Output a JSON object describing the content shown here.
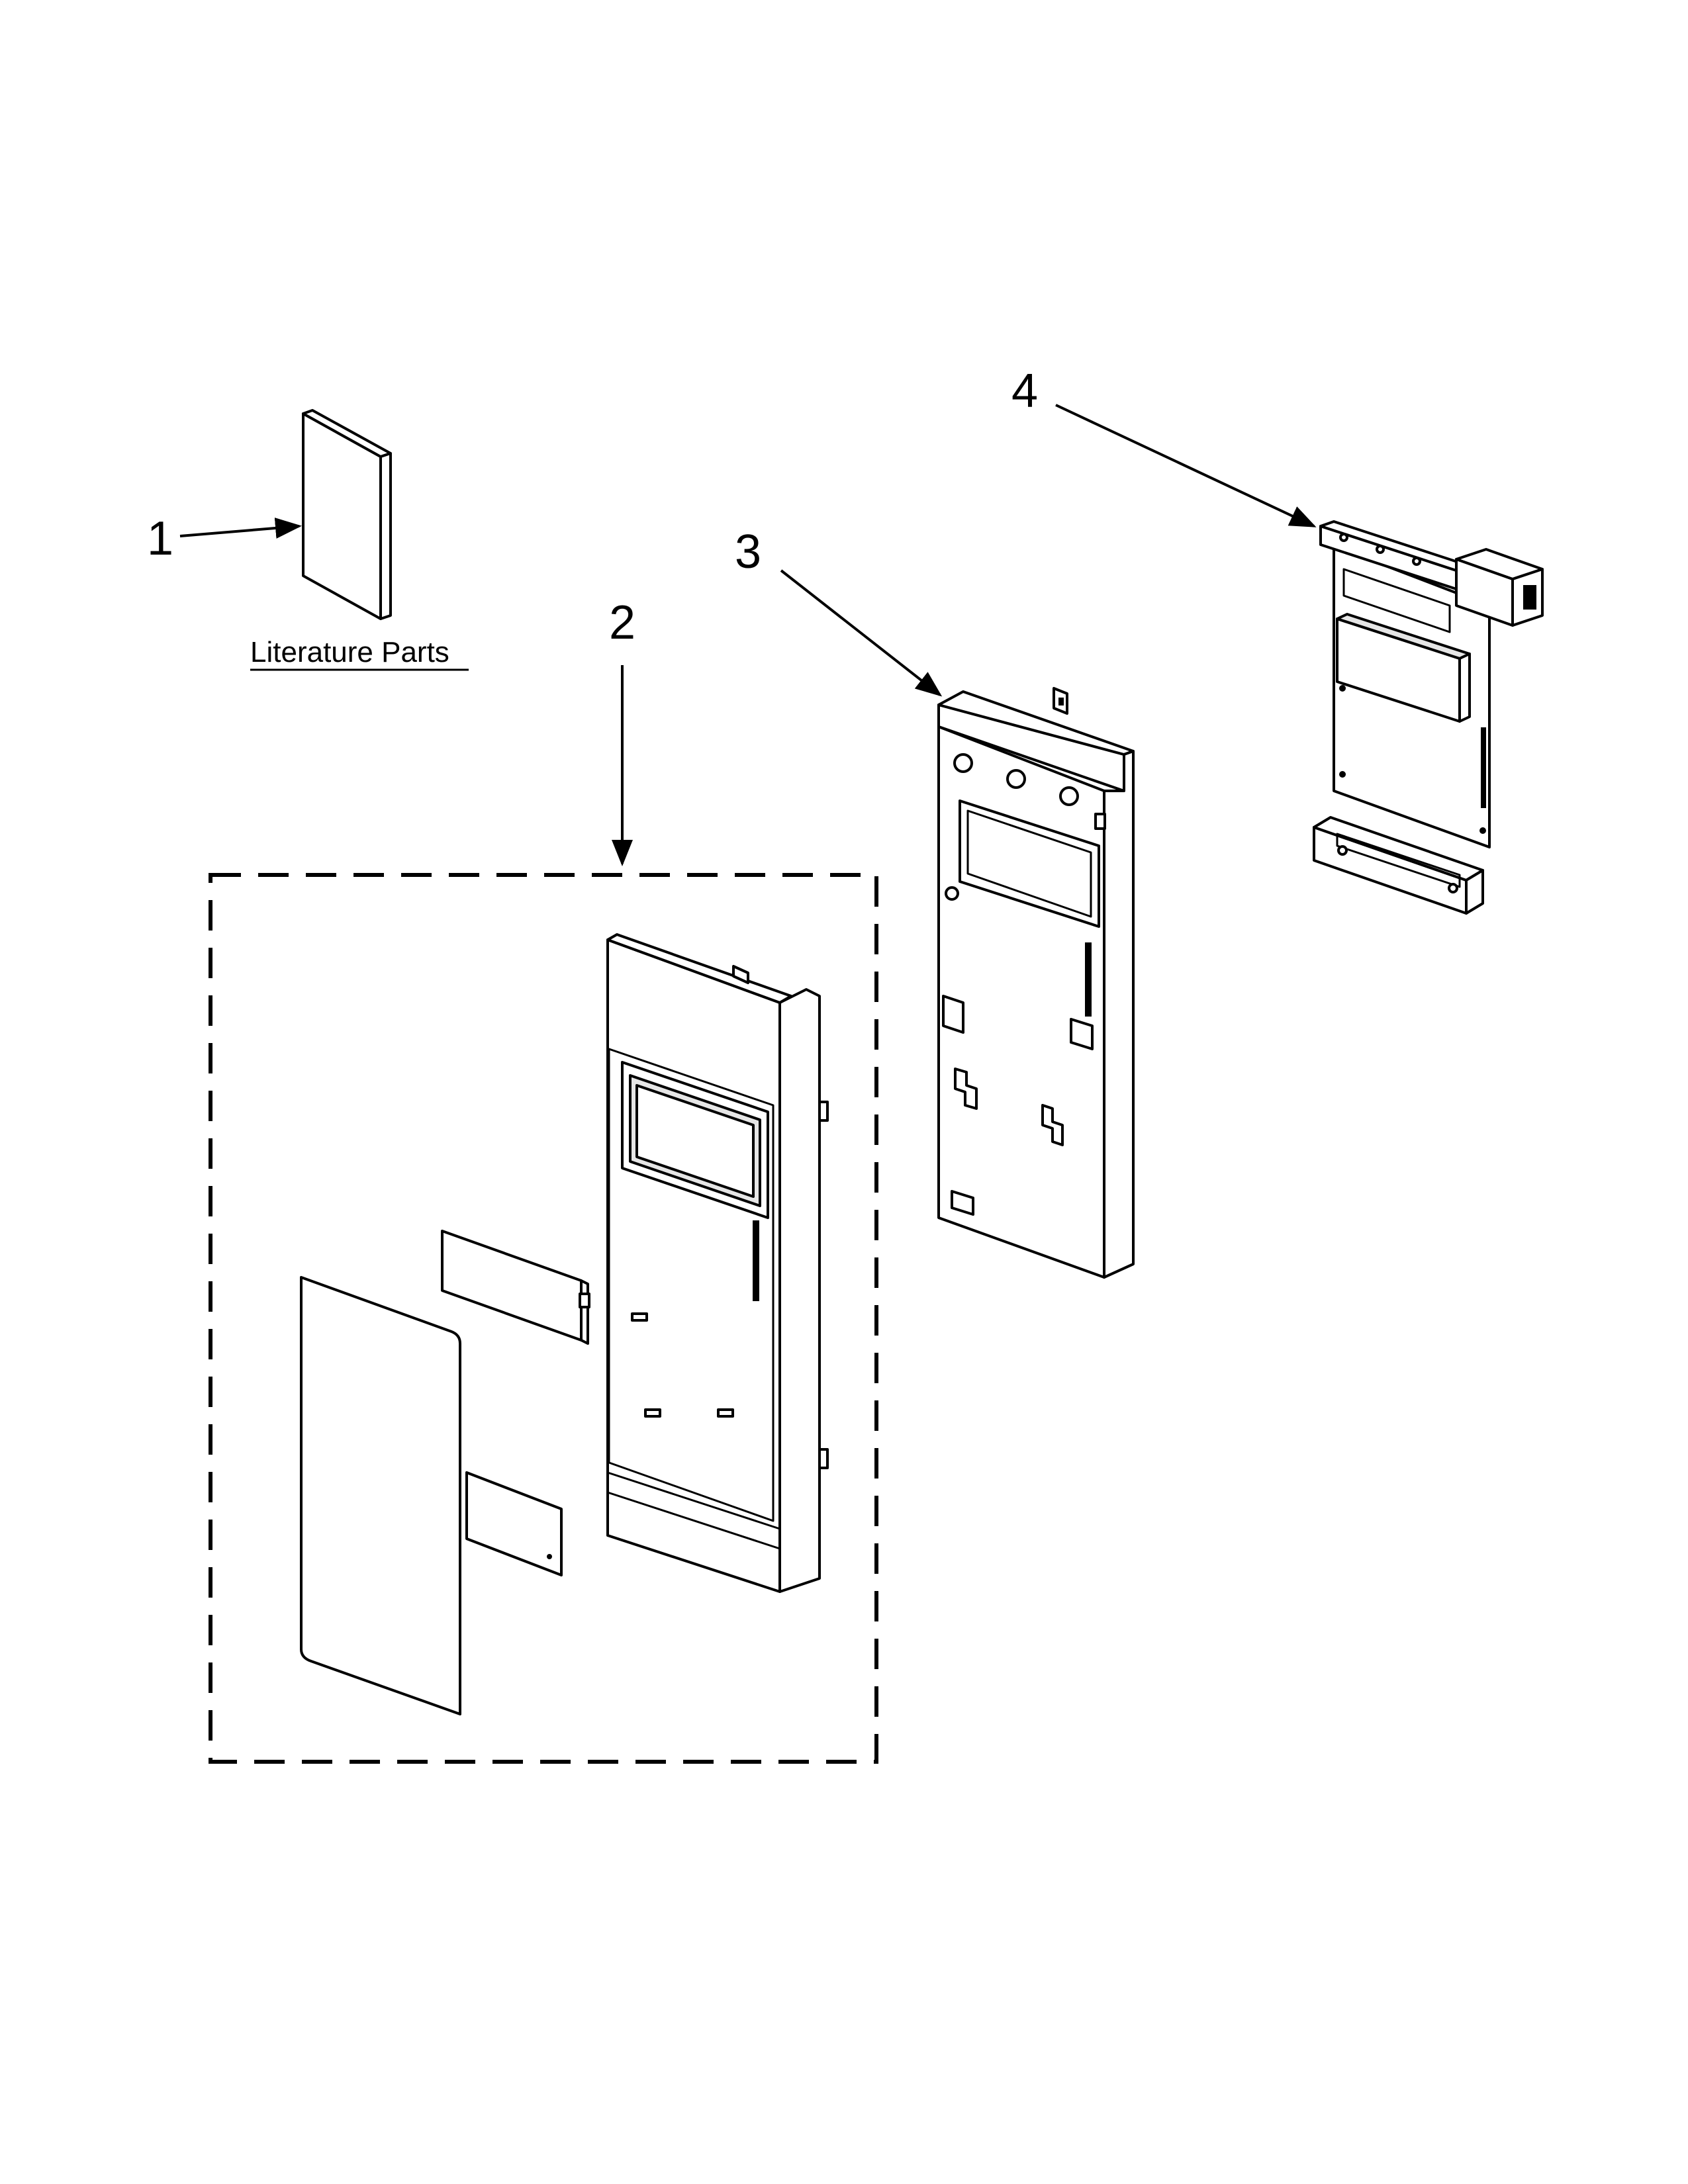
{
  "diagram": {
    "callouts": [
      {
        "number": "1"
      },
      {
        "number": "2"
      },
      {
        "number": "3"
      },
      {
        "number": "4"
      }
    ],
    "caption": "Literature Parts"
  }
}
